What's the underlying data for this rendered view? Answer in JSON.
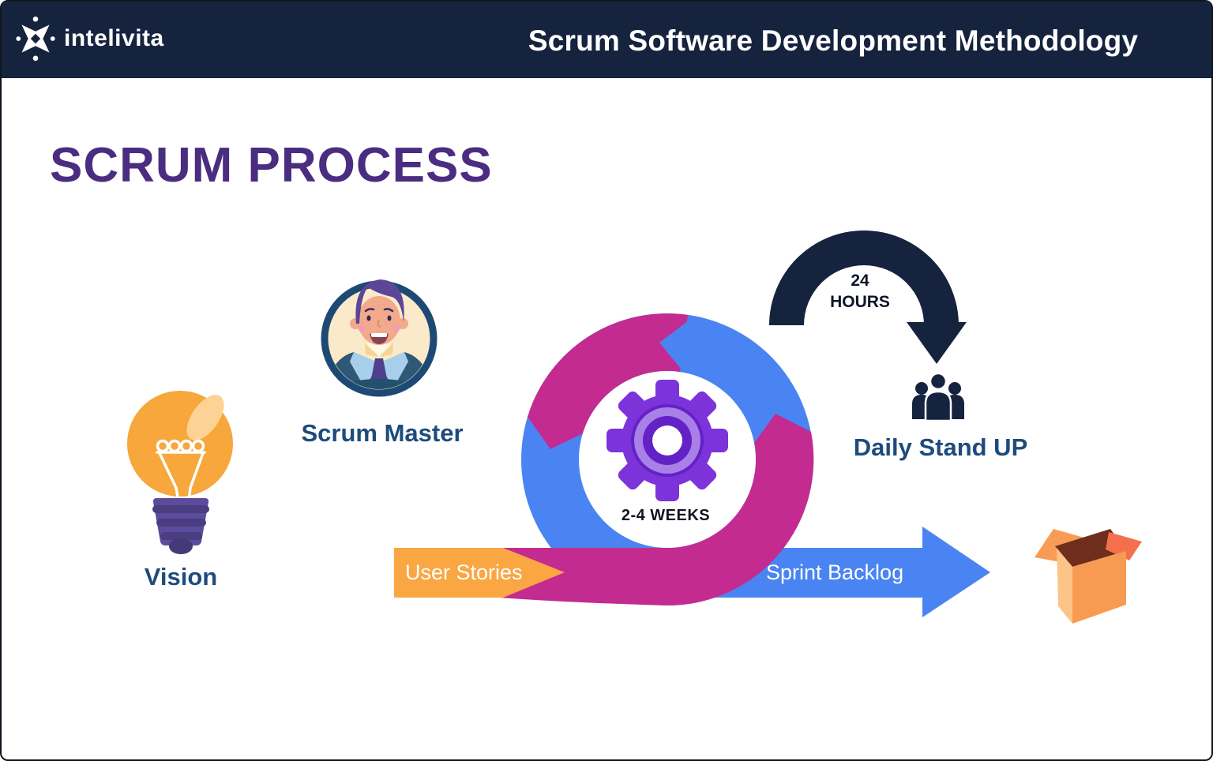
{
  "header": {
    "logo": {
      "text": "intelivita",
      "icon": "four-point-star-logo"
    },
    "title": "Scrum Software Development Methodology"
  },
  "main": {
    "heading": "SCRUM PROCESS"
  },
  "diagram": {
    "vision": {
      "label": "Vision",
      "icon": "lightbulb"
    },
    "scrum_master": {
      "label": "Scrum Master",
      "icon": "person-avatar"
    },
    "sprint_cycle": {
      "duration_label": "2-4 WEEKS",
      "icon": "gear"
    },
    "daily_cycle": {
      "duration_line1": "24",
      "duration_line2": "HOURS",
      "target_label": "Daily Stand UP",
      "icon": "team"
    },
    "user_stories": {
      "label": "User Stories"
    },
    "sprint_backlog": {
      "label": "Sprint Backlog"
    },
    "deliverable": {
      "icon": "open-box"
    }
  },
  "colors": {
    "navy": "#16233E",
    "purple": "#4A2D80",
    "magenta": "#C32B90",
    "blue": "#4A84F2",
    "orange": "#FAA743",
    "gear_purple": "#7D33DA",
    "gear_light": "#A97FE8",
    "gear_dark": "#6322C6",
    "label_blue": "#1E4B7D",
    "avatar_border": "#1D4A74"
  }
}
